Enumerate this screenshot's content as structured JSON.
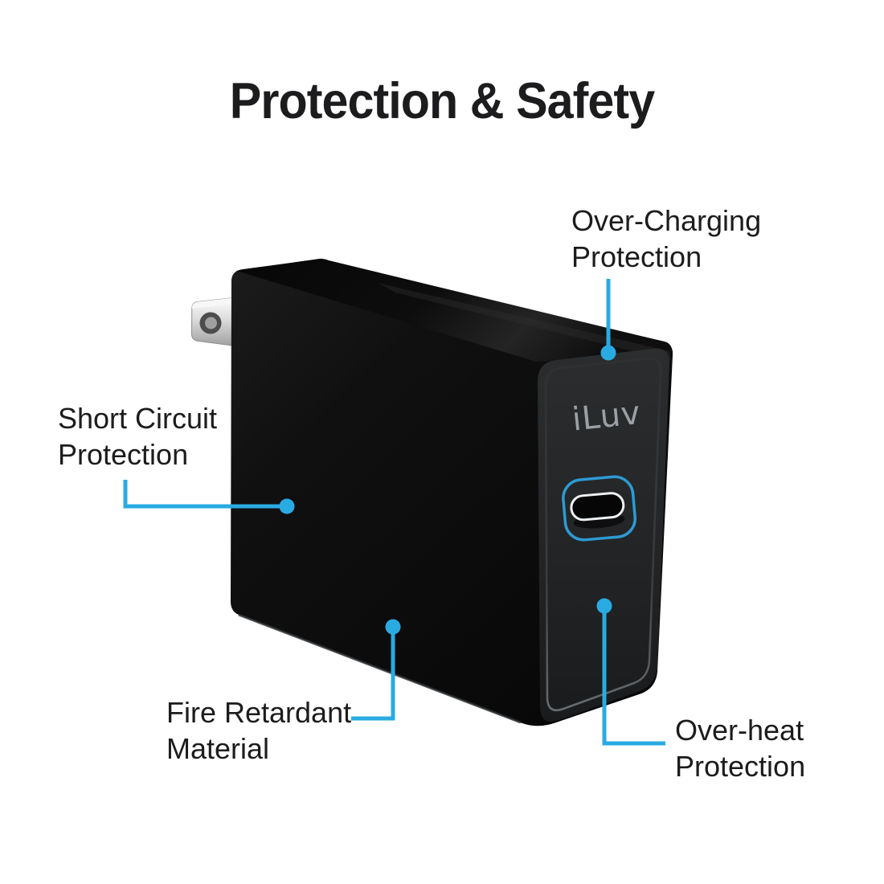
{
  "title": "Protection & Safety",
  "device": {
    "brand_label": "iLuv",
    "port_type_icon": "usb-c-port",
    "plug_icon": "us-plug-prong"
  },
  "callouts": {
    "over_charging": {
      "line1": "Over-Charging",
      "line2": "Protection"
    },
    "short_circuit": {
      "line1": "Short Circuit",
      "line2": "Protection"
    },
    "fire_retardant": {
      "line1": "Fire Retardant",
      "line2": "Material"
    },
    "over_heat": {
      "line1": "Over-heat",
      "line2": "Protection"
    }
  },
  "colors": {
    "background": "#ffffff",
    "accent": "#29abe2",
    "text": "#1c1c1e",
    "device_body": "#0d0d0d",
    "device_front_panel": "#232527",
    "brand_text": "#9aa0a5",
    "port_ring_blue": "#2e9ad2"
  }
}
